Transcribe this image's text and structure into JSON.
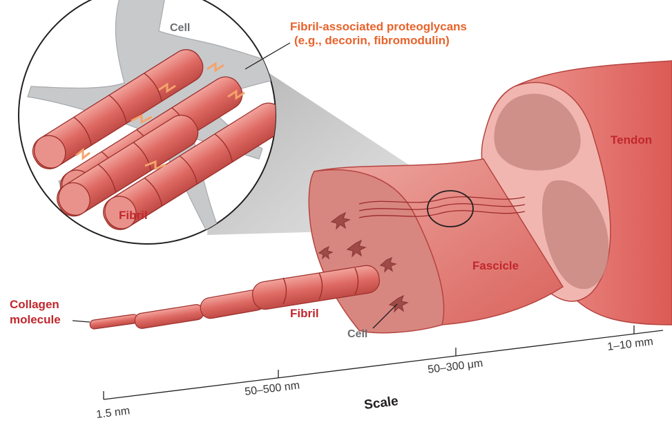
{
  "labels": {
    "cell_top": "Cell",
    "proteoglycans_line1": "Fibril-associated proteoglycans",
    "proteoglycans_line2": "(e.g., decorin, fibromodulin)",
    "fibril_inset": "Fibril",
    "tendon": "Tendon",
    "fascicle": "Fascicle",
    "fibril_main": "Fibril",
    "collagen_line1": "Collagen",
    "collagen_line2": "molecule",
    "cell_bottom": "Cell"
  },
  "scale": {
    "title": "Scale",
    "ticks": [
      "1.5 nm",
      "50–500 nm",
      "50–300 μm",
      "1–10 mm"
    ]
  },
  "colors": {
    "label_red": "#c1272d",
    "label_orange": "#e8632b",
    "fibril_fill": "#d9645f",
    "tendon_fill": "#e07a73",
    "cell_gray": "#c8c9cb"
  }
}
